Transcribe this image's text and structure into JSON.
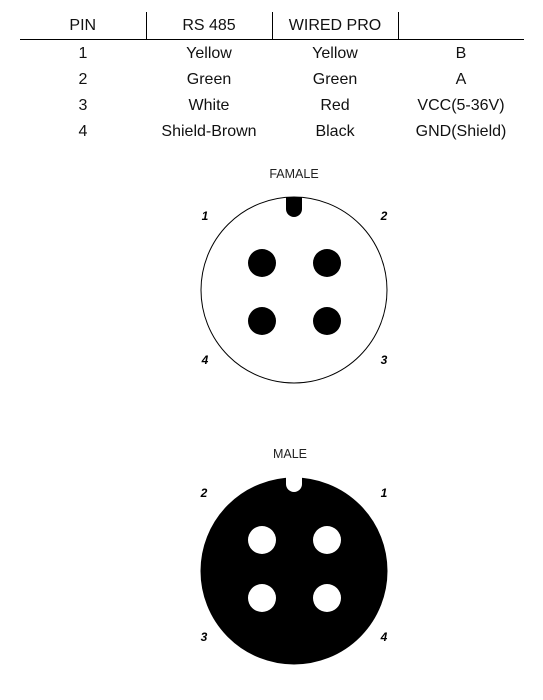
{
  "table": {
    "headers": [
      "PIN",
      "RS 485",
      "WIRED PRO",
      ""
    ],
    "rows": [
      [
        "1",
        "Yellow",
        "Yellow",
        "B"
      ],
      [
        "2",
        "Green",
        "Green",
        "A"
      ],
      [
        "3",
        "White",
        "Red",
        "VCC(5-36V)"
      ],
      [
        "4",
        "Shield-Brown",
        "Black",
        "GND(Shield)"
      ]
    ]
  },
  "female": {
    "title": "FAMALE",
    "pin_labels": {
      "top_left": "1",
      "top_right": "2",
      "bottom_left": "4",
      "bottom_right": "3"
    },
    "body_color": "#ffffff",
    "pin_color": "#000000"
  },
  "male": {
    "title": "MALE",
    "pin_labels": {
      "top_left": "2",
      "top_right": "1",
      "bottom_left": "3",
      "bottom_right": "4"
    },
    "body_color": "#000000",
    "pin_color": "#ffffff"
  }
}
